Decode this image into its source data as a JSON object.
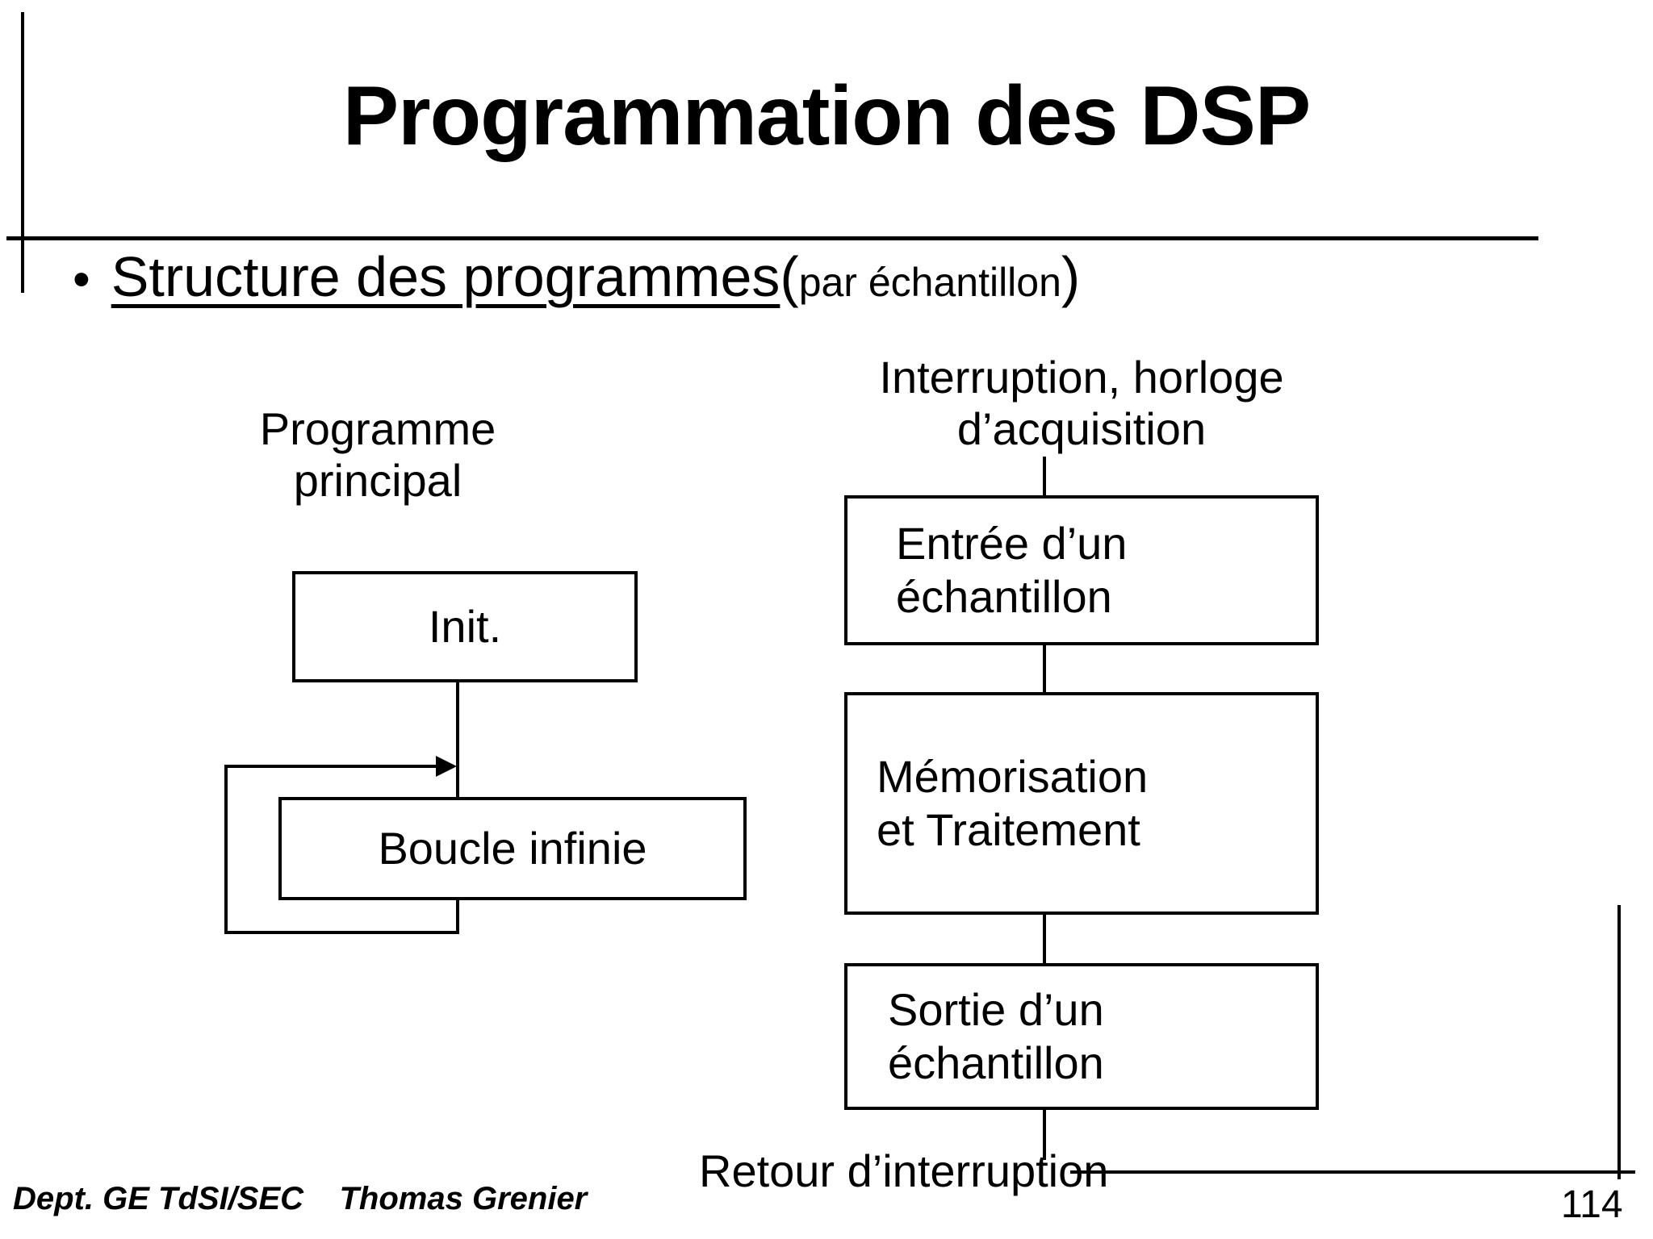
{
  "slide": {
    "title": "Programmation des DSP",
    "page_number": "114",
    "footer": "Dept. GE TdSI/SEC    Thomas Grenier"
  },
  "bullet": {
    "marker": "•",
    "main": "Structure des programmes ",
    "paren_open": "(",
    "sub": "par échantillon",
    "paren_close": ")"
  },
  "diagram_left": {
    "caption": "Programme\nprincipal",
    "boxes": [
      {
        "label": "Init."
      },
      {
        "label": "Boucle infinie"
      }
    ]
  },
  "diagram_right": {
    "caption_top": "Interruption, horloge\nd’acquisition",
    "caption_bottom": "Retour d’interruption",
    "boxes": [
      {
        "line1": "Entrée d’un",
        "line2": "échantillon"
      },
      {
        "line1": "Mémorisation",
        "line2": "et Traitement"
      },
      {
        "line1": "Sortie d’un",
        "line2": "échantillon"
      }
    ]
  },
  "colors": {
    "ink": "#000000",
    "paper": "#ffffff"
  }
}
